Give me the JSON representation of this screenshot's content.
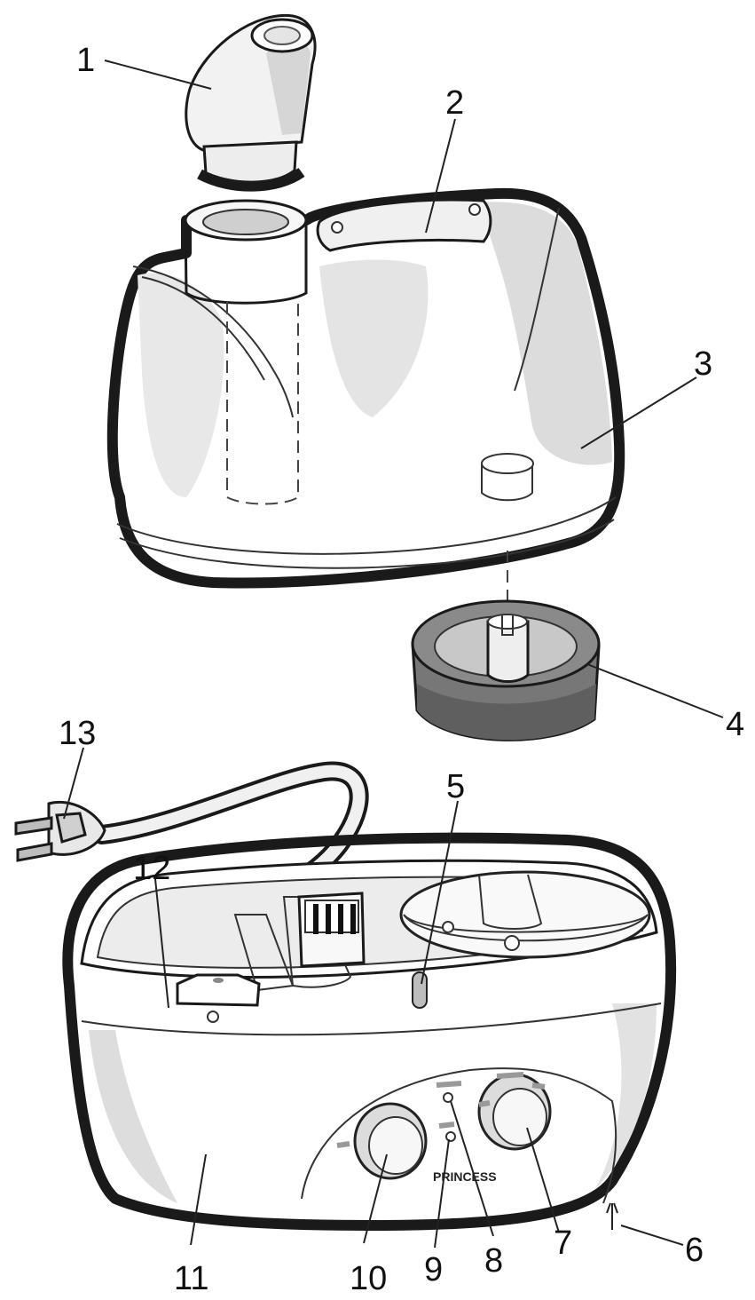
{
  "parts": [
    {
      "id": "p1",
      "label": "1"
    },
    {
      "id": "p2",
      "label": "2"
    },
    {
      "id": "p3",
      "label": "3"
    },
    {
      "id": "p4",
      "label": "4"
    },
    {
      "id": "p5",
      "label": "5"
    },
    {
      "id": "p6",
      "label": "6"
    },
    {
      "id": "p7",
      "label": "7"
    },
    {
      "id": "p8",
      "label": "8"
    },
    {
      "id": "p9",
      "label": "9"
    },
    {
      "id": "p10",
      "label": "10"
    },
    {
      "id": "p11",
      "label": "11"
    },
    {
      "id": "p12",
      "label": "12"
    },
    {
      "id": "p13",
      "label": "13"
    }
  ],
  "brand_text": "PRINCESS",
  "colors": {
    "line": "#1a1a1a",
    "body_fill": "#f4f4f4",
    "shade_fill": "#d9d9d9",
    "dark_fill": "#777777"
  }
}
